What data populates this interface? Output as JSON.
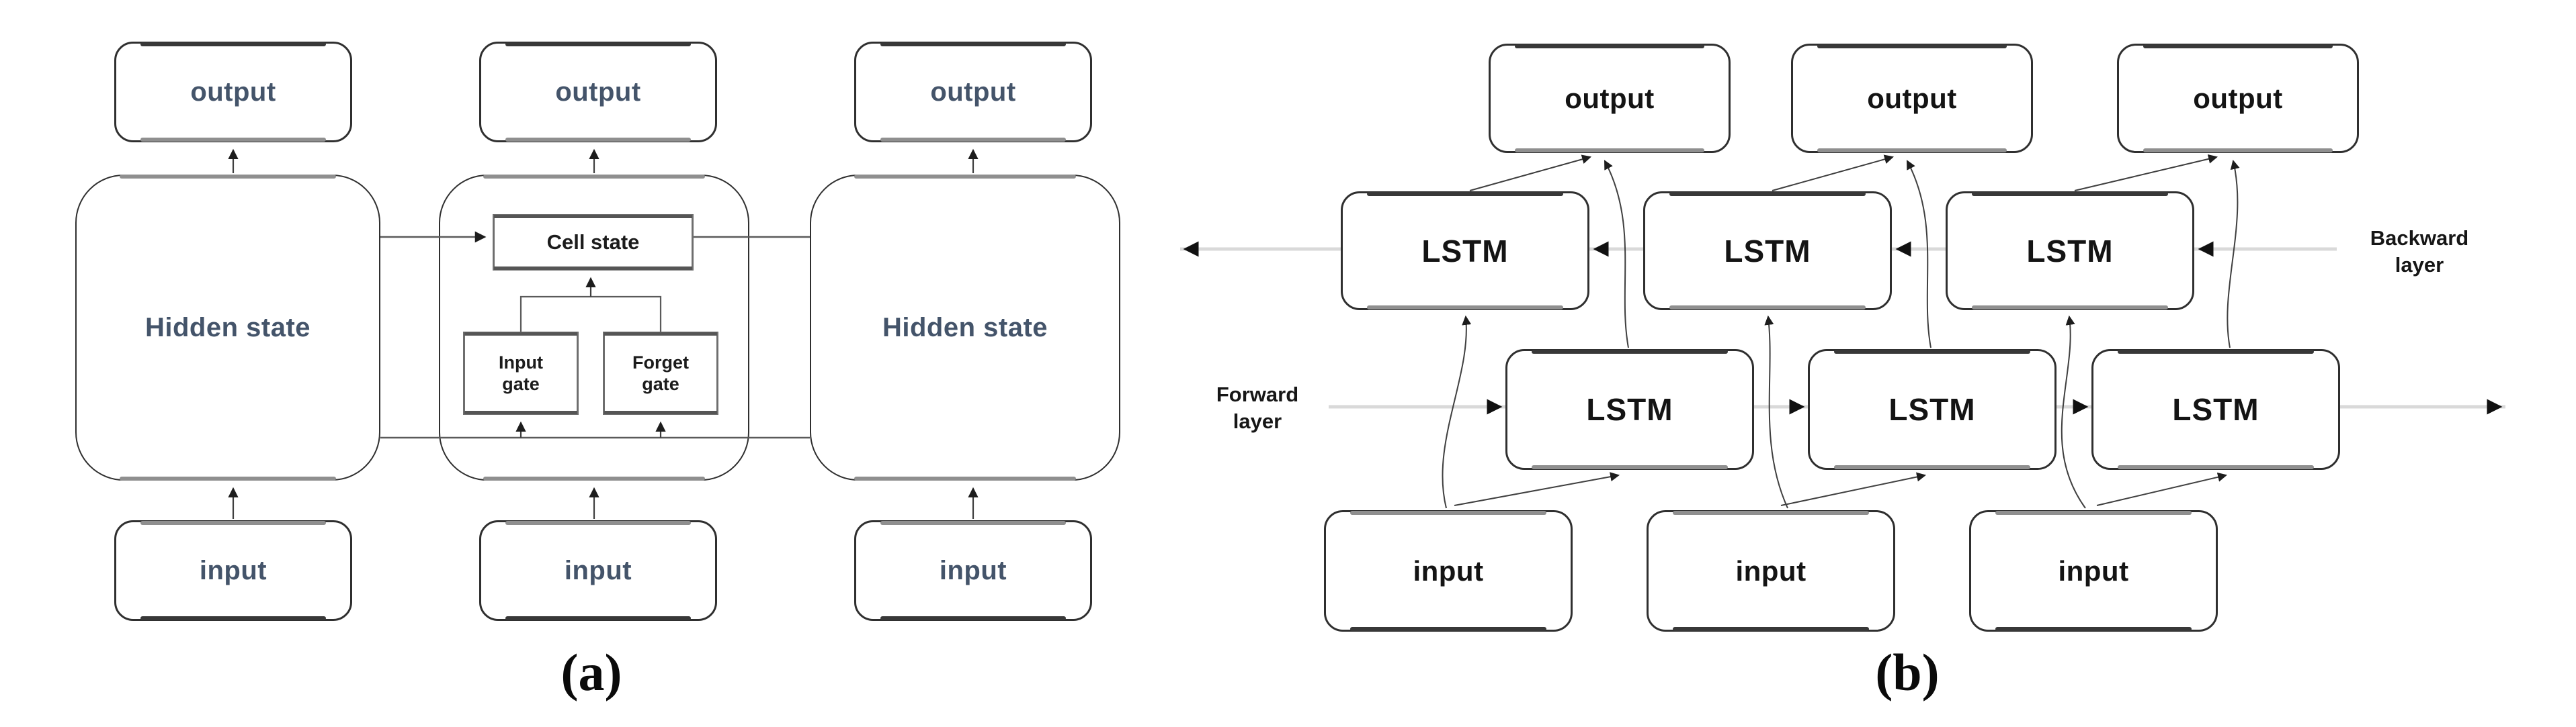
{
  "figure": {
    "description": "Two-panel LSTM architecture diagram",
    "panel_a": {
      "caption": "(a)",
      "output_label": "output",
      "input_label": "input",
      "hidden_state_label": "Hidden state",
      "cell_state_label": "Cell state",
      "input_gate_line1": "Input",
      "input_gate_line2": "gate",
      "forget_gate_line1": "Forget",
      "forget_gate_line2": "gate"
    },
    "panel_b": {
      "caption": "(b)",
      "output_label": "output",
      "input_label": "input",
      "lstm_label": "LSTM",
      "forward_layer_line1": "Forward",
      "forward_layer_line2": "layer",
      "backward_layer_line1": "Backward",
      "backward_layer_line2": "layer"
    },
    "colors": {
      "panel_a_text": "#44546a",
      "panel_b_text": "#141414",
      "rail_gray": "#d9d9d9",
      "connector": "#3f3f3f",
      "arrowhead": "#111111"
    }
  }
}
